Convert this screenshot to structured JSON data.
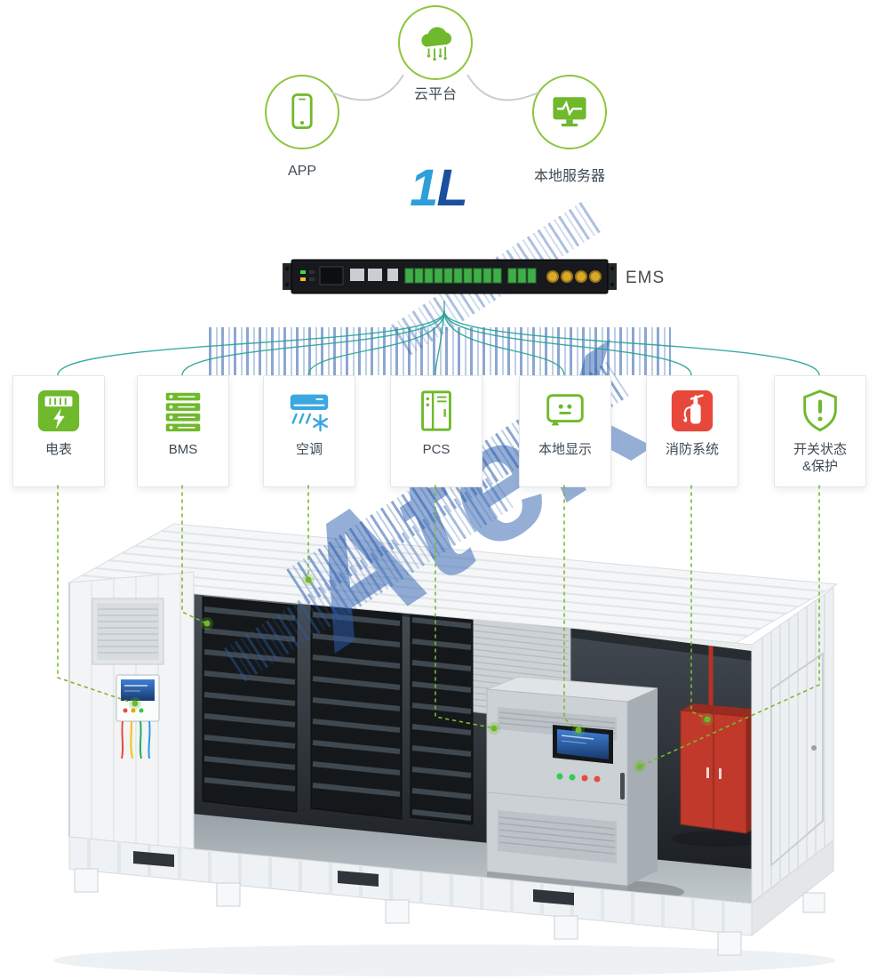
{
  "top": {
    "cloud_label": "云平台",
    "app_label": "APP",
    "server_label": "本地服务器"
  },
  "logo": {
    "part1": "1",
    "part2": "L"
  },
  "ems": {
    "label": "EMS"
  },
  "modules": [
    {
      "id": "meter",
      "label": "电表",
      "icon": "meter-icon"
    },
    {
      "id": "bms",
      "label": "BMS",
      "icon": "battery-stack-icon"
    },
    {
      "id": "hvac",
      "label": "空调",
      "icon": "air-conditioner-icon"
    },
    {
      "id": "pcs",
      "label": "PCS",
      "icon": "cabinet-icon"
    },
    {
      "id": "display",
      "label": "本地显示",
      "icon": "display-icon"
    },
    {
      "id": "fire",
      "label": "消防系统",
      "icon": "fire-extinguisher-icon"
    },
    {
      "id": "switch",
      "label": "开关状态",
      "label2": "&保护",
      "icon": "shield-alert-icon"
    }
  ],
  "watermark": {
    "text": "AteK"
  },
  "icons": {
    "cloud": "cloud-icon",
    "app": "phone-icon",
    "server": "monitor-icon"
  },
  "colors": {
    "green": "#6fb92c",
    "light_green_ring": "#8cc63e",
    "blue": "#3aa7e0",
    "red": "#e8483b",
    "teal_line": "#27a398",
    "dashed_green": "#7cb82f",
    "watermark_blue": "#2c5ead",
    "logo_blue_1": "#2e9fd8",
    "logo_blue_2": "#1b4f9f"
  }
}
